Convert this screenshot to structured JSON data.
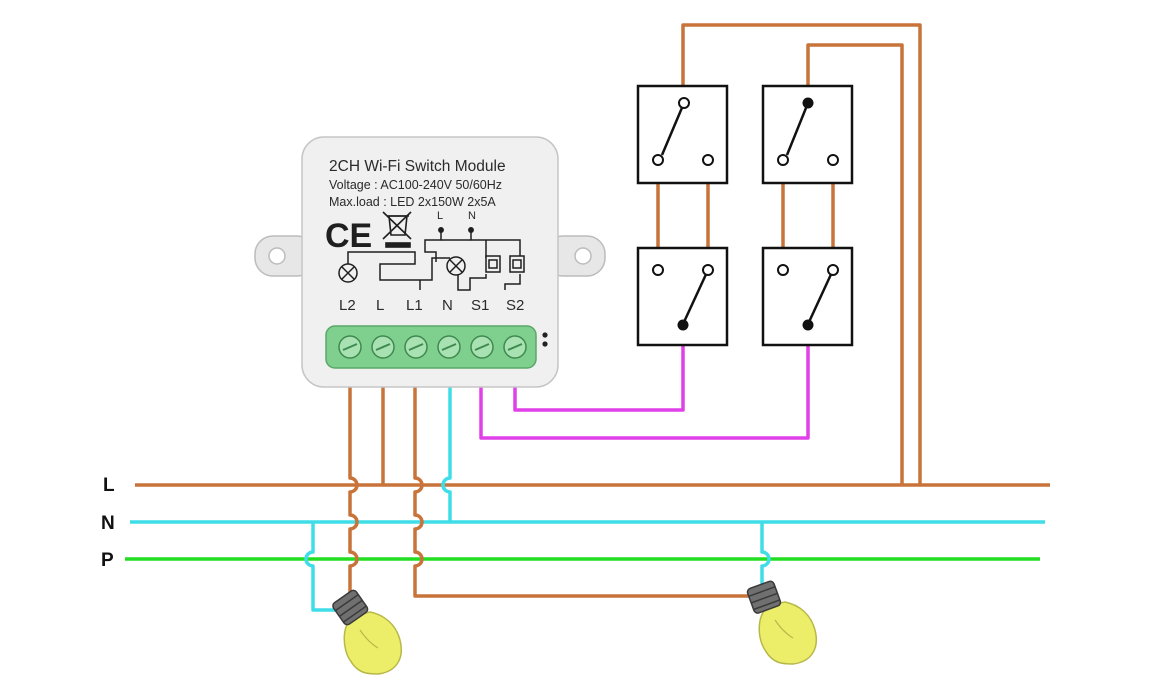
{
  "module": {
    "title": "2CH Wi-Fi Switch Module",
    "voltage": "Voltage : AC100-240V 50/60Hz",
    "maxload": "Max.load : LED 2x150W  2x5A",
    "ce_mark": "CE",
    "inner_L": "L",
    "inner_N": "N",
    "terminals": [
      "L2",
      "L",
      "L1",
      "N",
      "S1",
      "S2"
    ]
  },
  "bus": {
    "L": "L",
    "N": "N",
    "P": "P"
  },
  "colors": {
    "line": "#c8733a",
    "neutral": "#3fdde8",
    "protective": "#22dd22",
    "switch_wire": "#e040e8",
    "terminal_block": "#7fcf8e",
    "module_body": "#f0f0f0",
    "bulb_glass": "#ecee6a"
  },
  "icons": [
    "ce-mark-icon",
    "weee-bin-icon",
    "lamp-symbol-icon",
    "relay-symbol-icon",
    "light-bulb-icon",
    "wall-switch-icon"
  ]
}
